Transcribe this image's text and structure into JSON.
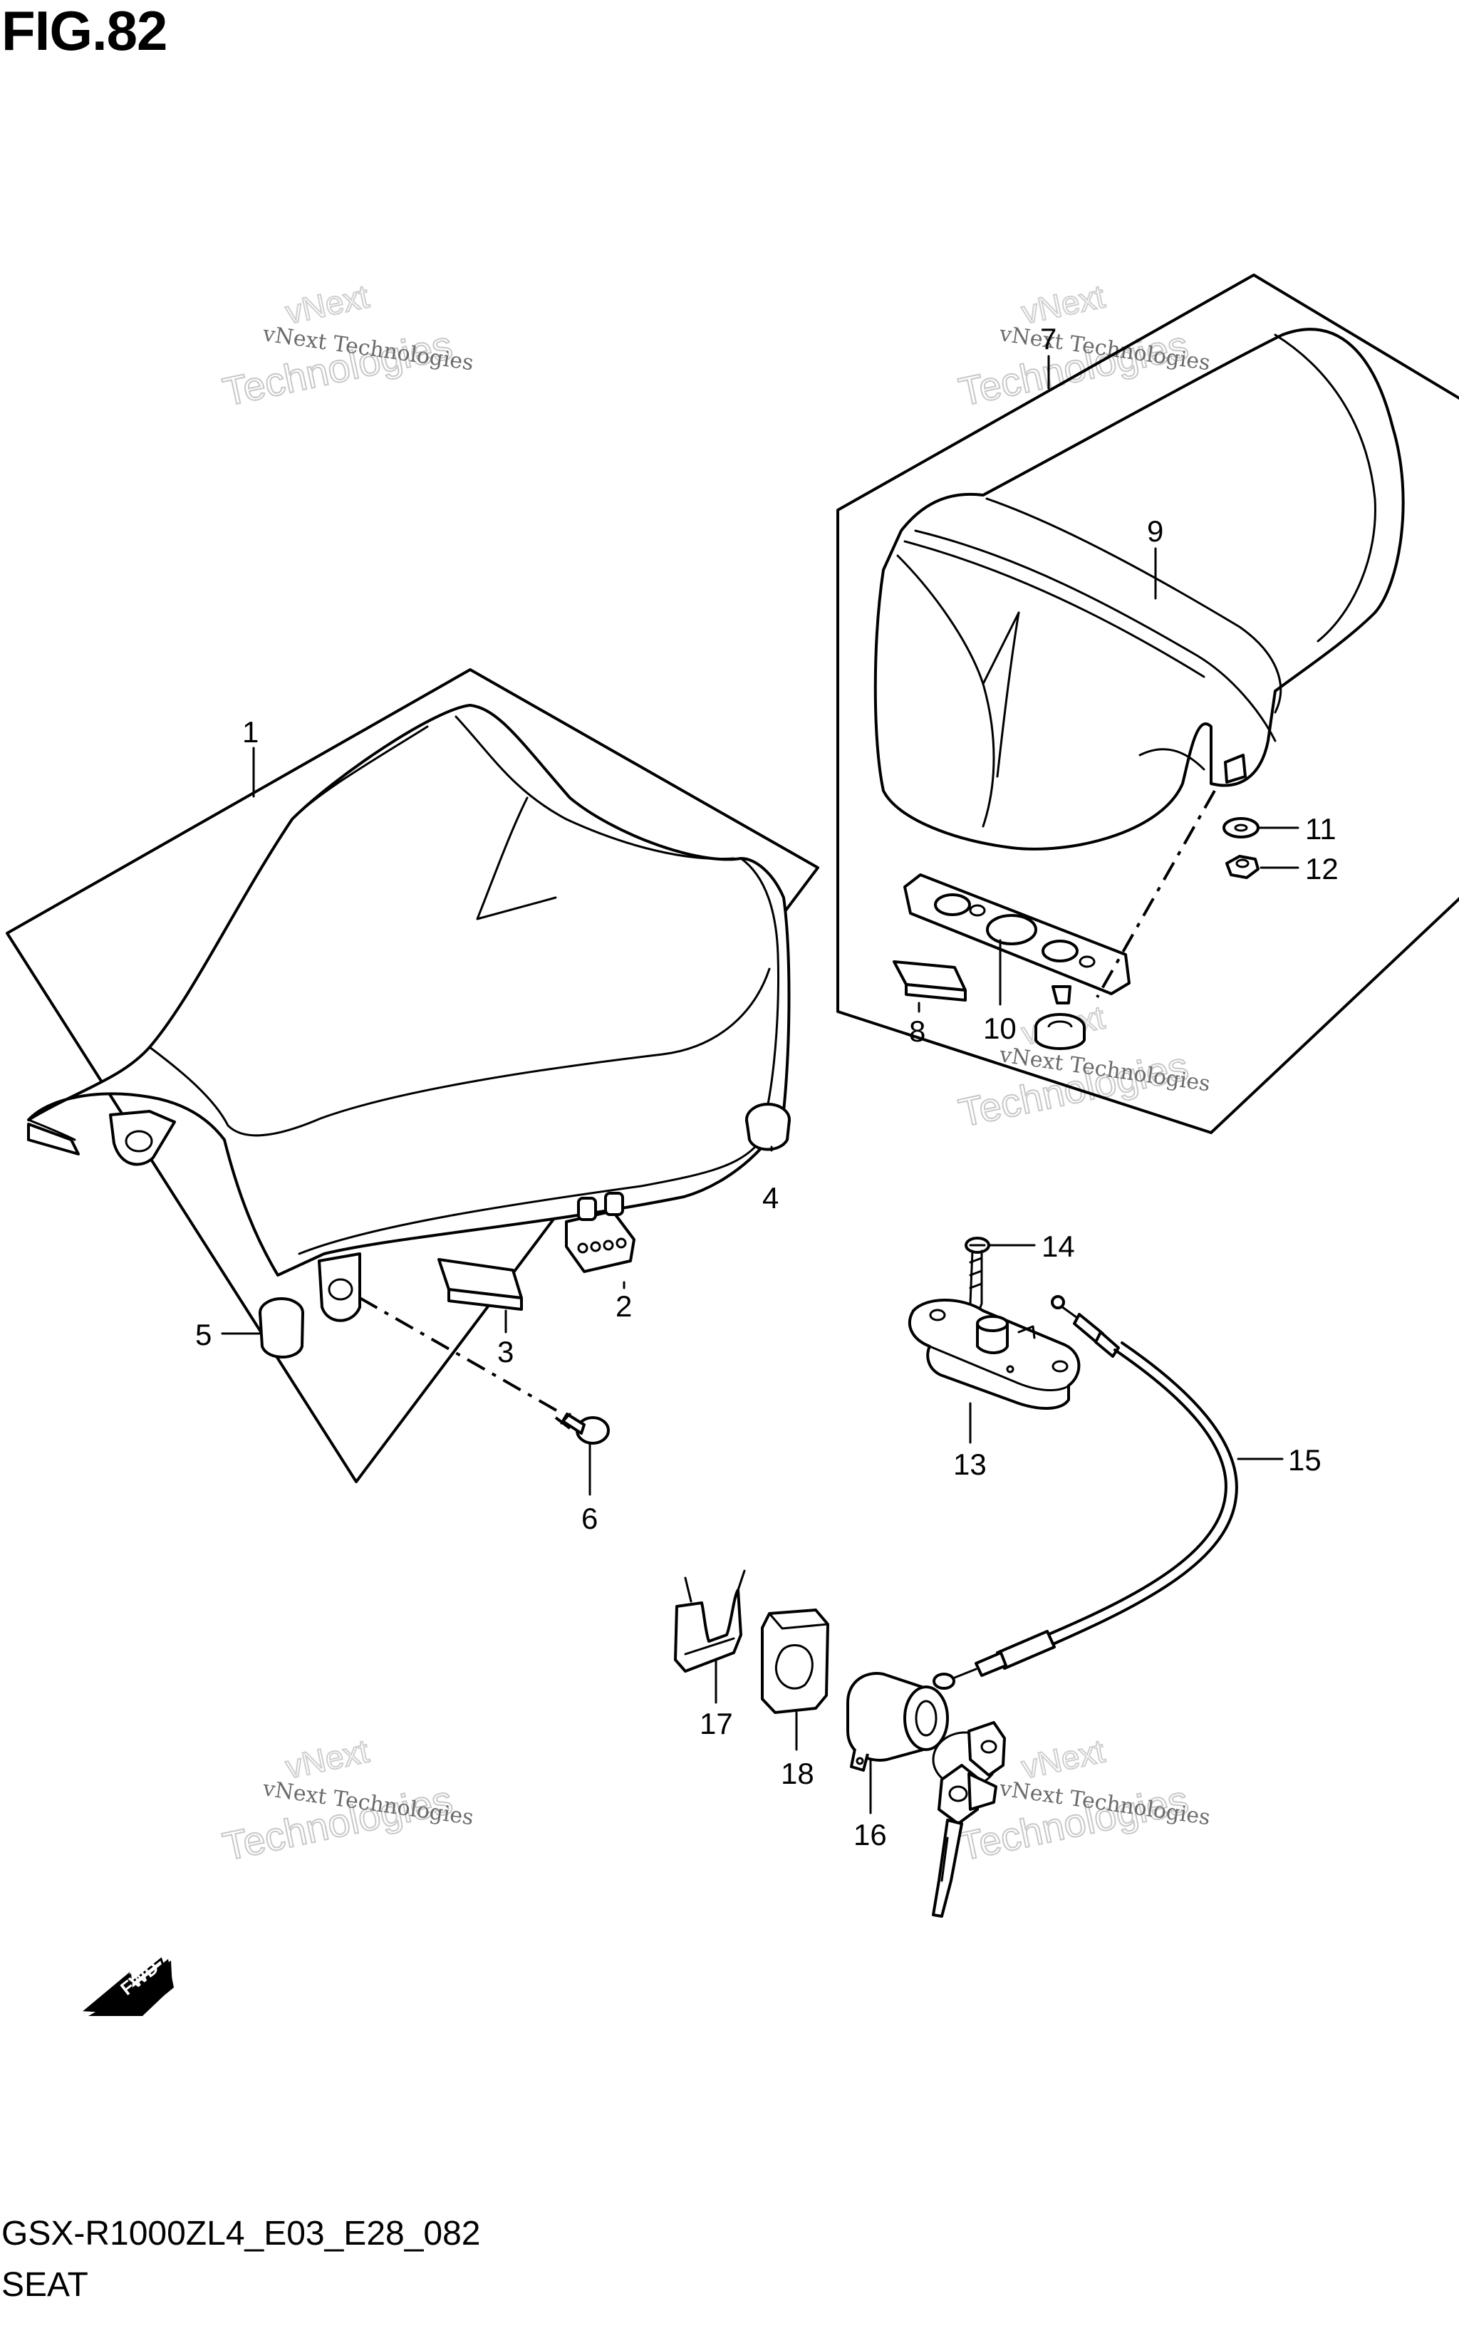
{
  "figure": {
    "title": "FIG.82",
    "model_code": "GSX-R1000ZL4_E03_E28_082",
    "section_name": "SEAT"
  },
  "watermark": {
    "line1": "vNext Technologies",
    "line2": "Technologies",
    "line3": "vNext"
  },
  "fwd_arrow": {
    "label": "FWD"
  },
  "callouts": [
    {
      "id": "1",
      "label": "1"
    },
    {
      "id": "2",
      "label": "2"
    },
    {
      "id": "3",
      "label": "3"
    },
    {
      "id": "4",
      "label": "4"
    },
    {
      "id": "5",
      "label": "5"
    },
    {
      "id": "6",
      "label": "6"
    },
    {
      "id": "7",
      "label": "7"
    },
    {
      "id": "8",
      "label": "8"
    },
    {
      "id": "9",
      "label": "9"
    },
    {
      "id": "10",
      "label": "10"
    },
    {
      "id": "11",
      "label": "11"
    },
    {
      "id": "12",
      "label": "12"
    },
    {
      "id": "13",
      "label": "13"
    },
    {
      "id": "14",
      "label": "14"
    },
    {
      "id": "15",
      "label": "15"
    },
    {
      "id": "16",
      "label": "16"
    },
    {
      "id": "17",
      "label": "17"
    },
    {
      "id": "18",
      "label": "18"
    }
  ]
}
